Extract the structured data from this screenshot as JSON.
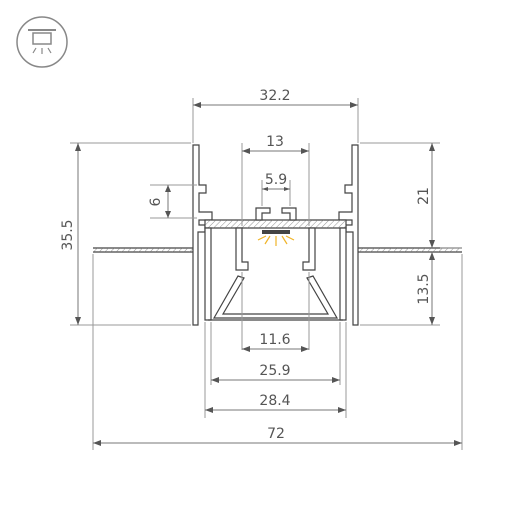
{
  "icon": {
    "name": "ceiling-light-icon"
  },
  "dimensions": {
    "top_width": "32.2",
    "inner_width": "13",
    "slot_width": "5.9",
    "flange_height": "6",
    "total_height": "35.5",
    "upper_height": "21",
    "lower_height": "13.5",
    "diffuser_bottom": "11.6",
    "diffuser_width": "25.9",
    "body_width": "28.4",
    "total_width": "72"
  }
}
